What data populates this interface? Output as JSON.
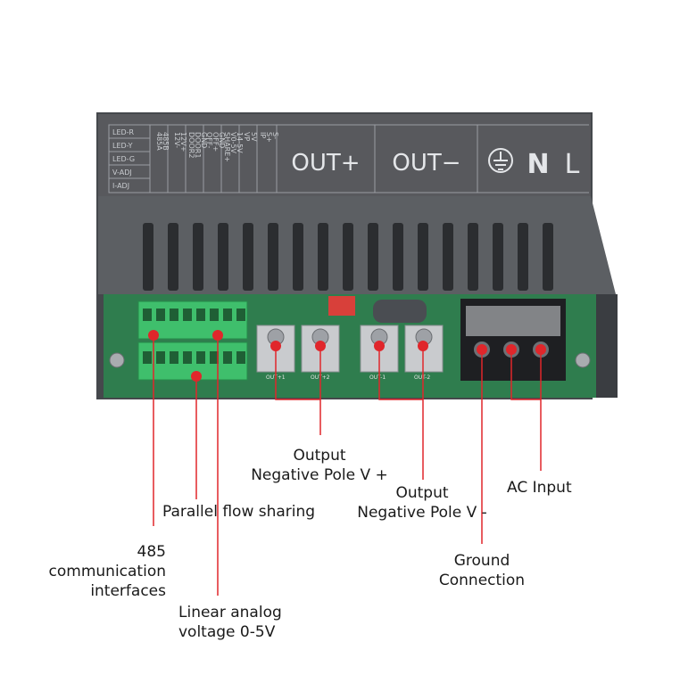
{
  "panel_legend": {
    "led_labels": [
      "LED-R",
      "LED-Y",
      "LED-G",
      "V-ADJ",
      "I-ADJ"
    ],
    "col_a": [
      "485A",
      "485B"
    ],
    "col_b": [
      "12V-",
      "12V+"
    ],
    "col_c": [
      "DOOR2",
      "DOOR1",
      "GND"
    ],
    "col_d": [
      "OFF-",
      "OFF+",
      "GND"
    ],
    "col_e": [
      "SHARE+",
      "V0-5V",
      "14-5V"
    ],
    "col_f": [
      "VP",
      "5V"
    ],
    "col_g": [
      "IP",
      "S+",
      "S-"
    ]
  },
  "panel_terminals": {
    "out_plus": "OUT+",
    "out_minus": "OUT−",
    "neutral": "N",
    "live": "L"
  },
  "pcb_marks": {
    "out_p1": "OUT+1",
    "out_p2": "OUT+2",
    "out_m1": "OUT-1",
    "out_m2": "OUT-2"
  },
  "callouts": {
    "output_pos": [
      "Output",
      "Negative Pole V +"
    ],
    "output_neg": [
      "Output",
      "Negative Pole V -"
    ],
    "ac_input": [
      "AC Input"
    ],
    "parallel": [
      "Parallel flow sharing"
    ],
    "comm485": [
      "485",
      "communication",
      "interfaces"
    ],
    "ground": [
      "Ground",
      "Connection"
    ],
    "linear": [
      "Linear analog",
      "voltage 0-5V"
    ]
  },
  "colors": {
    "case": "#5f6266",
    "panel": "#55585c",
    "pcb": "#2f7d4e",
    "terminal_green": "#3fbf6c",
    "callout": "#e0262b",
    "text": "#1a1a1a"
  }
}
